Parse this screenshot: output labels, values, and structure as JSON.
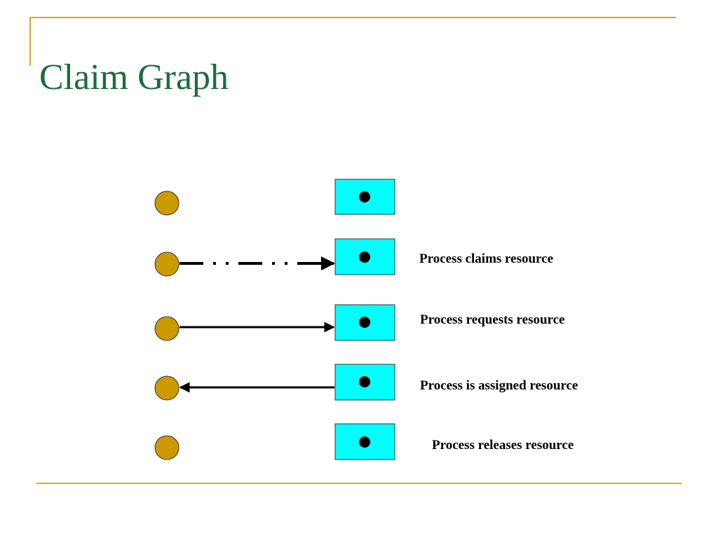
{
  "title": "Claim Graph",
  "colors": {
    "process_fill": "#cc9900",
    "resource_fill": "#00ffff",
    "accent_line": "#d4a82a",
    "title_color": "#1e6b3c"
  },
  "legend": [
    {
      "label": "",
      "edge": "none"
    },
    {
      "label": "Process claims resource",
      "edge": "claim"
    },
    {
      "label": "Process requests resource",
      "edge": "request"
    },
    {
      "label": "Process is assigned resource",
      "edge": "assign"
    },
    {
      "label": "Process releases resource",
      "edge": "none"
    }
  ]
}
